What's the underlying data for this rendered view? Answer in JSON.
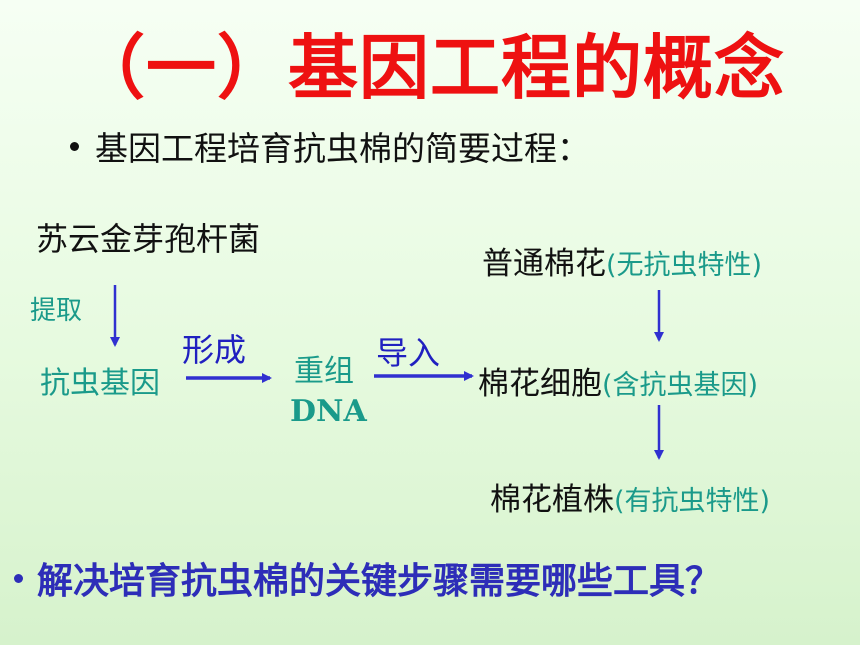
{
  "title": "（一）基因工程的概念",
  "subtitle": "基因工程培育抗虫棉的简要过程：",
  "diagram": {
    "source": "苏云金芽孢杆菌",
    "extract_label": "提取",
    "gene": "抗虫基因",
    "form_label": "形成",
    "recombinant_line1": "重组",
    "recombinant_line2": "DNA",
    "import_label": "导入",
    "cotton": "普通棉花",
    "cotton_note": "(无抗虫特性)",
    "cell": "棉花细胞",
    "cell_note": "(含抗虫基因)",
    "plant": "棉花植株",
    "plant_note": "(有抗虫特性)"
  },
  "question": "解决培育抗虫棉的关键步骤需要哪些工具？",
  "colors": {
    "title": "#ee1111",
    "teal": "#1a9a8a",
    "purple": "#2020c0",
    "arrow": "#3030d0"
  }
}
